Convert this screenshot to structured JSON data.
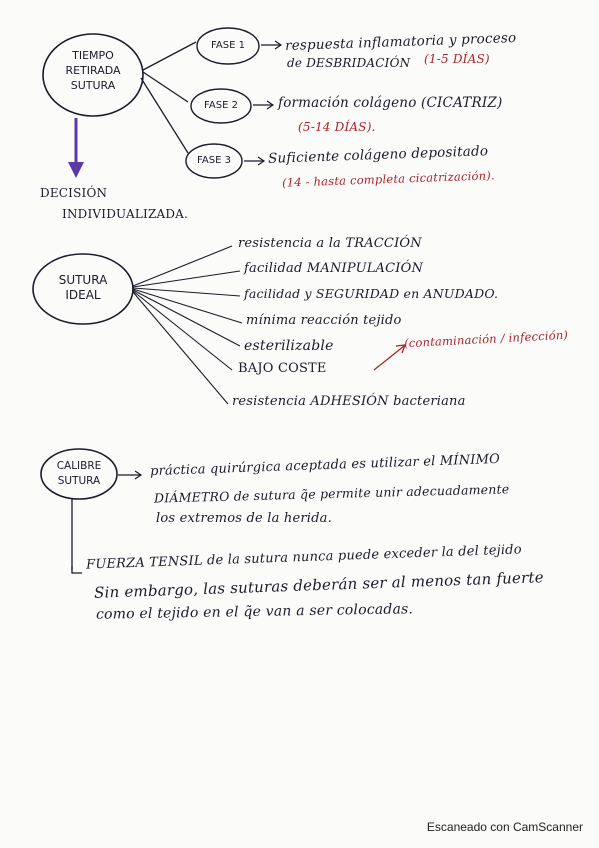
{
  "section1": {
    "bubble": [
      "TIEMPO",
      "RETIRADA",
      "SUTURA"
    ],
    "phases": [
      {
        "label": "FASE 1",
        "line1": "respuesta inflamatoria y proceso",
        "line2": "de DESBRIDACIÓN",
        "range": "(1-5 DÍAS)"
      },
      {
        "label": "FASE 2",
        "line1": "formación colágeno (CICATRIZ)",
        "range": "(5-14 DÍAS)."
      },
      {
        "label": "FASE 3",
        "line1": "Suficiente colágeno depositado",
        "range": "(14 - hasta completa cicatrización)."
      }
    ],
    "decision": [
      "DECISIÓN",
      "INDIVIDUALIZADA."
    ]
  },
  "section2": {
    "bubble": [
      "SUTURA",
      "IDEAL"
    ],
    "items": [
      "resistencia a la TRACCIÓN",
      "facilidad MANIPULACIÓN",
      "facilidad y SEGURIDAD en ANUDADO.",
      "mínima reacción tejido",
      "esterilizable",
      "BAJO COSTE",
      "resistencia ADHESIÓN bacteriana"
    ],
    "note": "(contaminación / infección)"
  },
  "section3": {
    "bubble": [
      "CALIBRE",
      "SUTURA"
    ],
    "text": [
      "práctica quirúrgica aceptada es utilizar el MÍNIMO",
      "DIÁMETRO de sutura q̃e permite unir adecuadamente",
      "los extremos de la herida."
    ],
    "para": [
      "FUERZA TENSIL de la sutura nunca puede exceder la del tejido",
      "Sin embargo, las suturas deberán ser al menos tan fuerte",
      "como el tejido en el q̃e van a ser colocadas."
    ]
  },
  "footer": "Escaneado con CamScanner",
  "colors": {
    "ink": "#1b1b2a",
    "red": "#a8242c",
    "purple": "#5a3aa8"
  }
}
